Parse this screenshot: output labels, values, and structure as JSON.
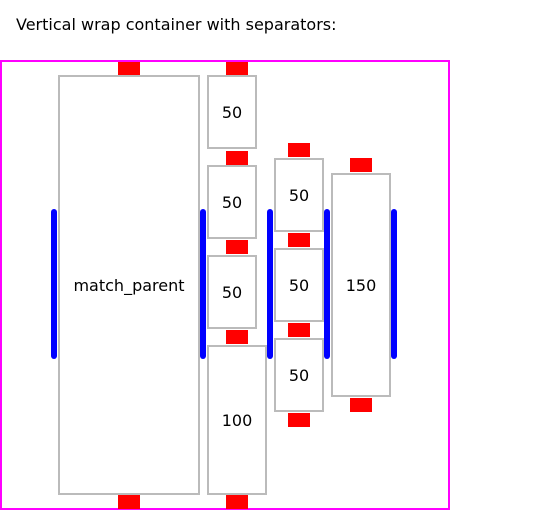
{
  "header": {
    "title": "Vertical wrap container with separators:"
  },
  "colors": {
    "container_border": "#ff00ff",
    "item_border": "#bbbbbb",
    "item_separator": "#ff0000",
    "line_separator": "#0000ff"
  },
  "columns": [
    {
      "items": [
        {
          "label": "match_parent"
        }
      ]
    },
    {
      "items": [
        {
          "label": "50"
        },
        {
          "label": "50"
        },
        {
          "label": "50"
        },
        {
          "label": "100"
        }
      ]
    },
    {
      "items": [
        {
          "label": "50"
        },
        {
          "label": "50"
        },
        {
          "label": "50"
        }
      ]
    },
    {
      "items": [
        {
          "label": "150"
        }
      ]
    }
  ]
}
